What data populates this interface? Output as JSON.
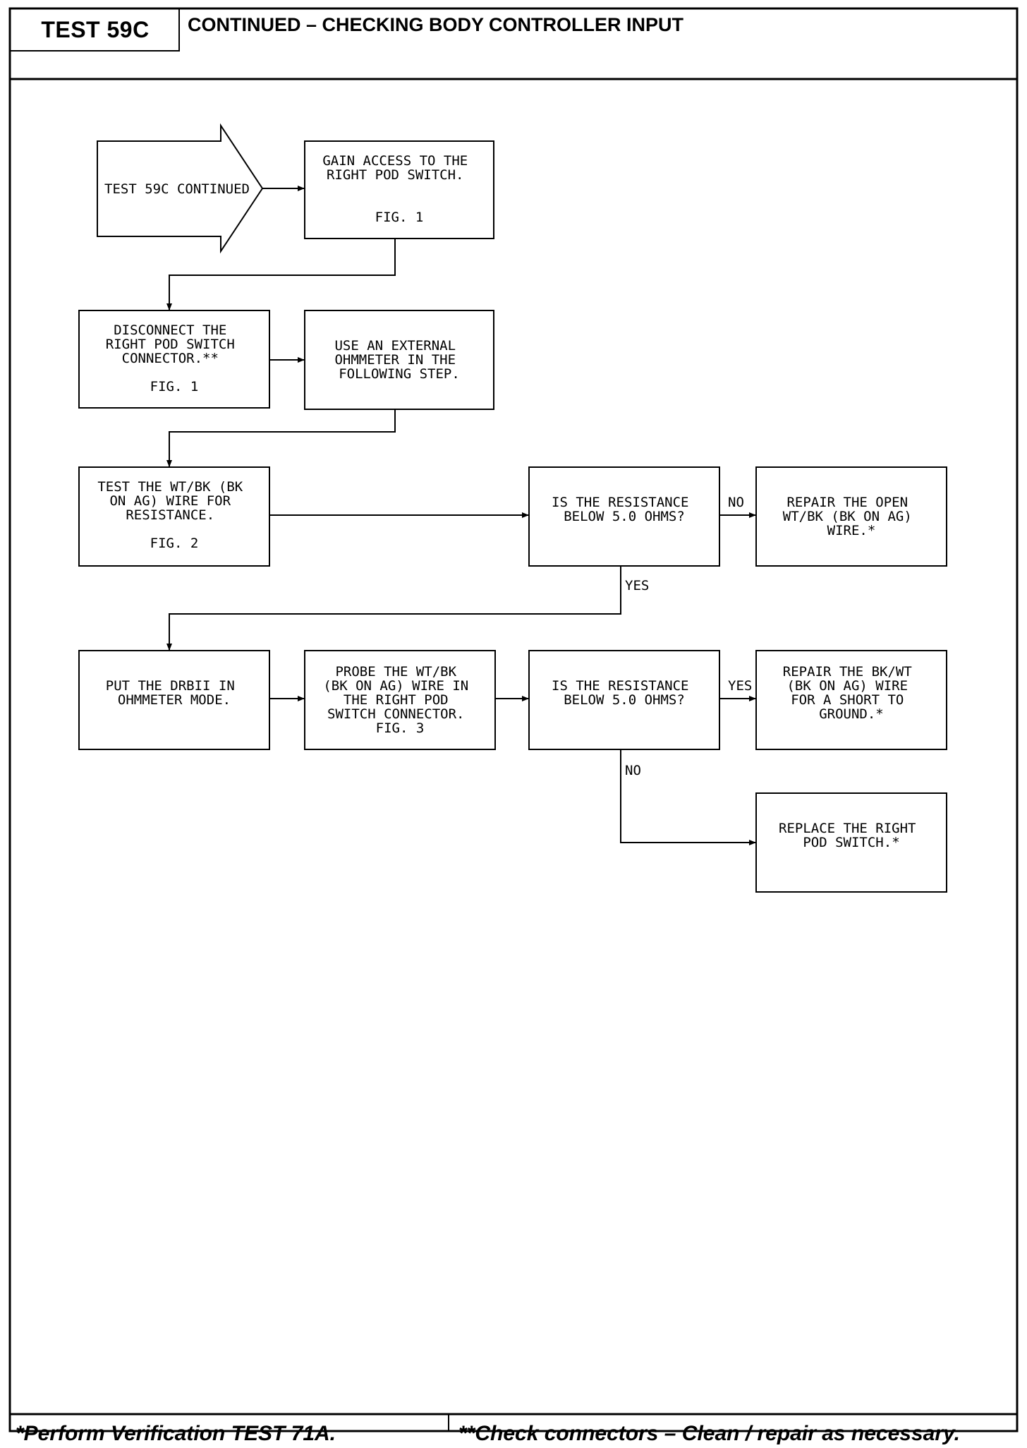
{
  "header": {
    "tag": "TEST 59C",
    "title": "CONTINUED – CHECKING BODY CONTROLLER INPUT"
  },
  "start": {
    "label": "TEST 59C CONTINUED"
  },
  "steps": {
    "gain_access": [
      "GAIN ACCESS TO THE",
      "RIGHT POD SWITCH.",
      "",
      "FIG. 1"
    ],
    "disconnect": [
      "DISCONNECT THE",
      "RIGHT POD SWITCH",
      "CONNECTOR.**",
      "",
      "FIG. 1"
    ],
    "external_ohmmeter": [
      "USE AN EXTERNAL",
      "OHMMETER IN THE",
      "FOLLOWING STEP."
    ],
    "test_wire": [
      "TEST THE WT/BK (BK",
      "ON AG) WIRE FOR",
      "RESISTANCE.",
      "",
      "FIG. 2"
    ],
    "decision_1": [
      "IS THE RESISTANCE",
      "BELOW 5.0 OHMS?"
    ],
    "repair_open": [
      "REPAIR THE OPEN",
      "WT/BK (BK ON AG)",
      "WIRE.*"
    ],
    "put_drbii": [
      "PUT THE DRBII IN",
      "OHMMETER MODE."
    ],
    "probe_wire": [
      "PROBE THE WT/BK",
      "(BK ON AG) WIRE IN",
      "THE RIGHT POD",
      "SWITCH CONNECTOR.",
      "FIG. 3"
    ],
    "decision_2": [
      "IS THE RESISTANCE",
      "BELOW 5.0 OHMS?"
    ],
    "repair_short": [
      "REPAIR THE BK/WT",
      "(BK ON AG) WIRE",
      "FOR A SHORT TO",
      "GROUND.*"
    ],
    "replace_switch": [
      "REPLACE THE RIGHT",
      "POD SWITCH.*"
    ]
  },
  "branches": {
    "d1_no": "NO",
    "d1_yes": "YES",
    "d2_yes": "YES",
    "d2_no": "NO"
  },
  "footer": {
    "left": "*Perform Verification TEST 71A.",
    "right": "**Check connectors – Clean / repair as necessary."
  }
}
